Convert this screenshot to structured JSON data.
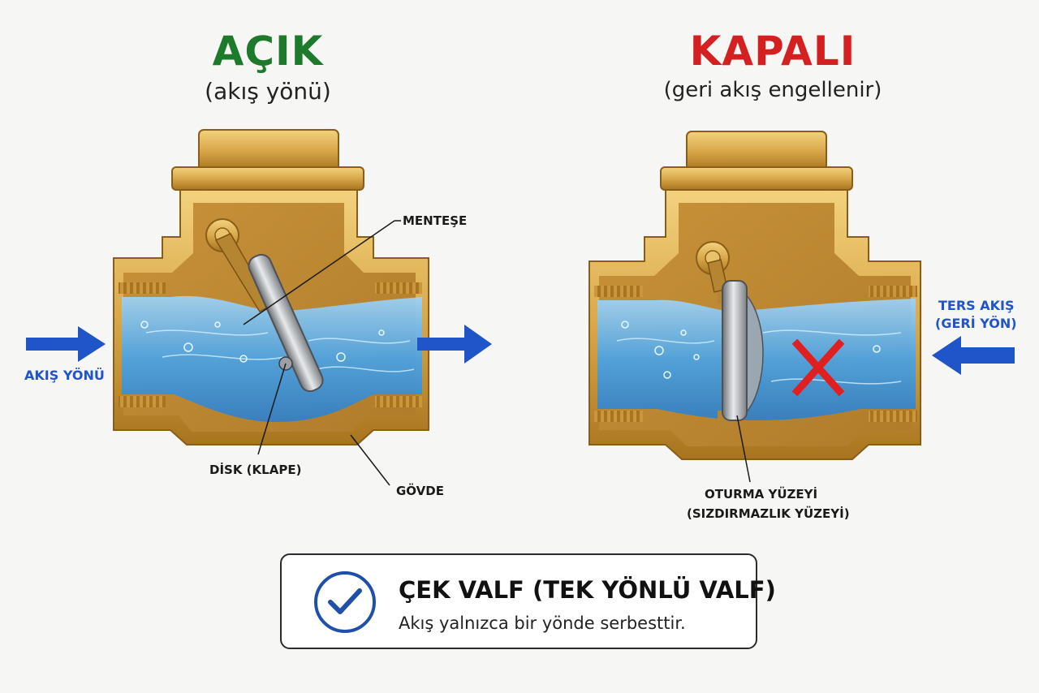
{
  "open_panel": {
    "title": "AÇIK",
    "subtitle": "(akış yönü)",
    "title_color": "#1d7a2a",
    "labels": {
      "hinge": "MENTEŞE",
      "disc": "DİSK (KLAPE)",
      "body": "GÖVDE",
      "flow": "AKIŞ YÖNÜ"
    }
  },
  "closed_panel": {
    "title": "KAPALI",
    "subtitle": "(geri akış engellenir)",
    "title_color": "#d42020",
    "labels": {
      "seat_line1": "OTURMA YÜZEYİ",
      "seat_line2": "(SIZDIRMAZLIK YÜZEYİ)",
      "reverse_line1": "TERS AKIŞ",
      "reverse_line2": "(GERİ YÖN)"
    }
  },
  "summary": {
    "title": "ÇEK VALF (TEK YÖNLÜ VALF)",
    "subtitle": "Akış yalnızca bir yönde serbesttir.",
    "icon": "checkmark-circle-icon"
  },
  "colors": {
    "arrow_blue": "#1f55c8",
    "brass": "#d9a84a",
    "brass_dark": "#9a6b1e",
    "water": "#5fb0ec",
    "block_red": "#e02020"
  }
}
